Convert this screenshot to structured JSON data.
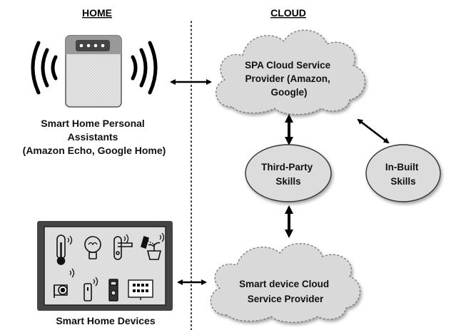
{
  "headers": {
    "home": "HOME",
    "cloud": "CLOUD"
  },
  "spa": {
    "line1": "Smart Home Personal",
    "line2": "Assistants",
    "line3": "(Amazon Echo, Google Home)"
  },
  "spa_cloud": {
    "line1": "SPA Cloud Service",
    "line2": "Provider (Amazon,",
    "line3": "Google)"
  },
  "third_party": {
    "line1": "Third-Party",
    "line2": "Skills"
  },
  "in_built": {
    "line1": "In-Built",
    "line2": "Skills"
  },
  "device_cloud": {
    "line1": "Smart device Cloud",
    "line2": "Service Provider"
  },
  "devices": {
    "label": "Smart Home Devices"
  },
  "colors": {
    "cloud_fill": "#d9d9d9",
    "ellipse_fill": "#dcdcdc",
    "panel_fill": "#444444",
    "panel_inner": "#dedede",
    "speaker_body": "#e4e4e4"
  },
  "icons": [
    "wifi-waves-icon",
    "thermometer-icon",
    "lightbulb-icon",
    "door-handle-icon",
    "plant-sprinkler-icon",
    "camera-icon",
    "remote-icon",
    "doorbell-icon",
    "tv-display-icon"
  ]
}
